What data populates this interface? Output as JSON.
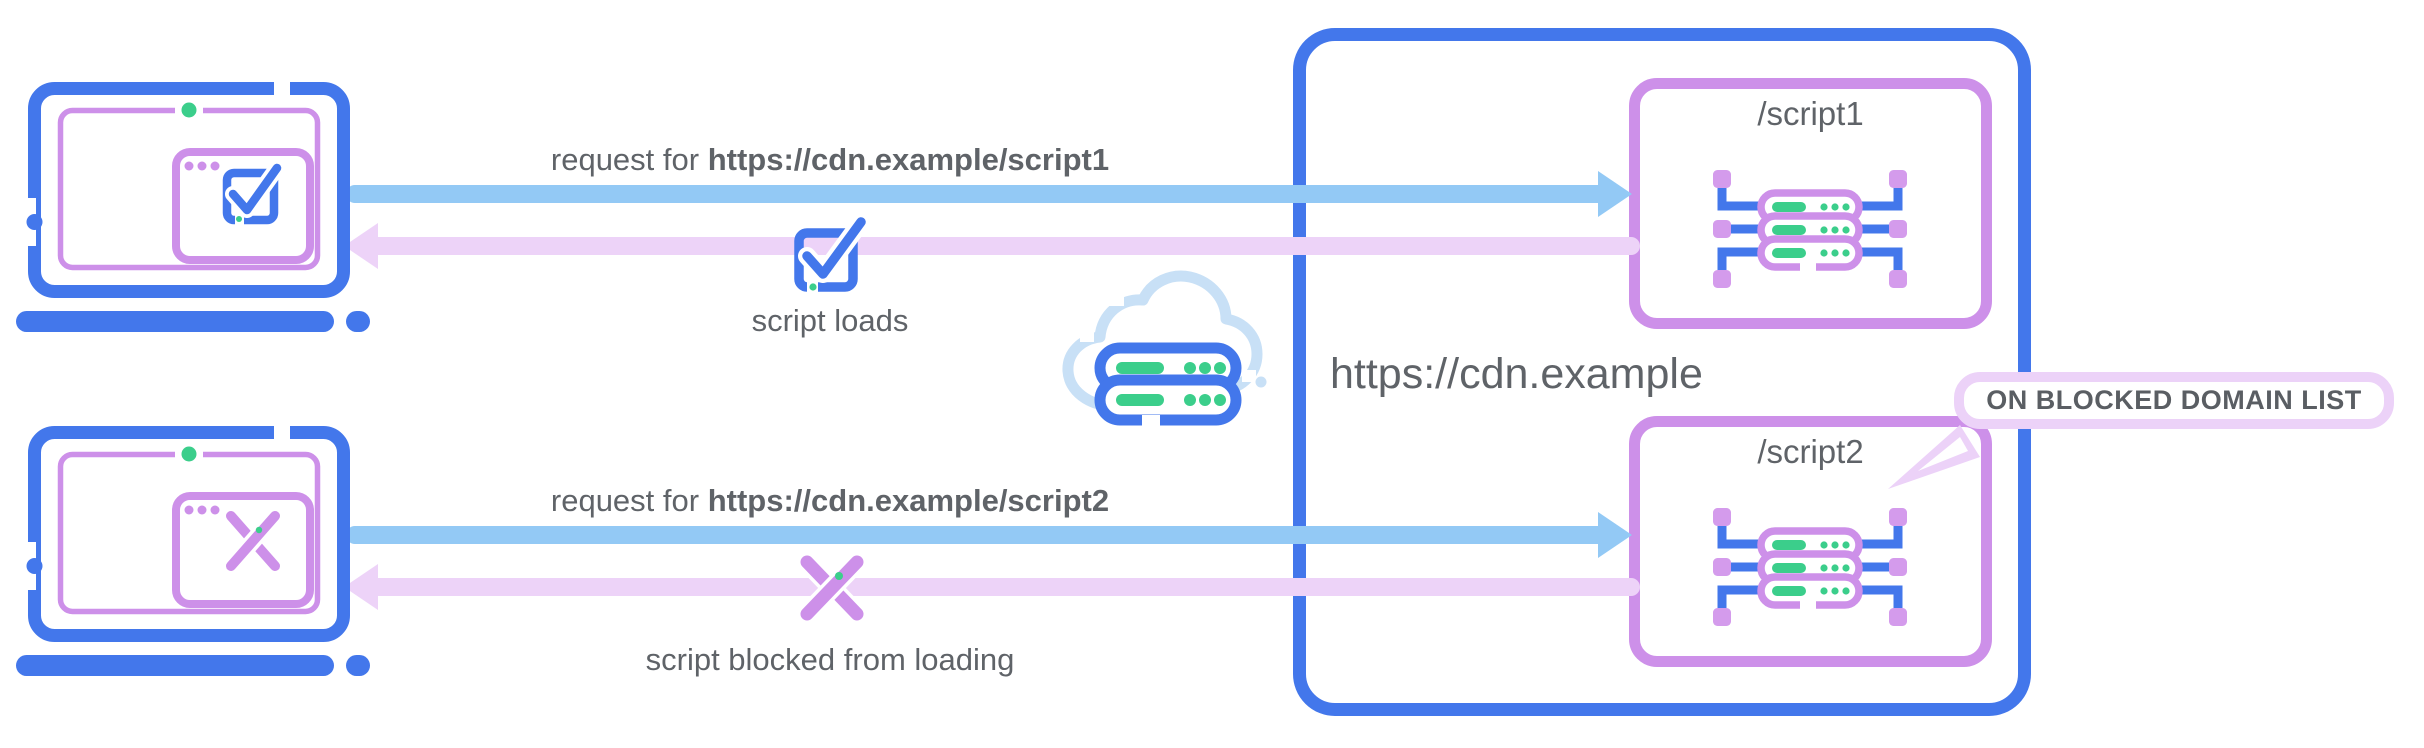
{
  "colors": {
    "blue": "#4377EB",
    "purple": "#CD90E9",
    "light_blue_arrow": "#93C9F5",
    "light_purple_arrow": "#EDD3F8",
    "callout_border": "#ECD2F8",
    "green": "#3BCE8B",
    "cloud_blue": "#C8E0F6",
    "node_purple": "#D49BEC",
    "text_gray": "#5F6368"
  },
  "flows": {
    "allowed": {
      "request_prefix": "request for ",
      "request_url": "https://cdn.example/script1",
      "result": "script loads"
    },
    "blocked": {
      "request_prefix": "request for ",
      "request_url": "https://cdn.example/script2",
      "result": "script blocked from loading"
    }
  },
  "cdn": {
    "domain": "https://cdn.example",
    "endpoints": [
      "/script1",
      "/script2"
    ],
    "callout": "ON BLOCKED DOMAIN LIST"
  }
}
